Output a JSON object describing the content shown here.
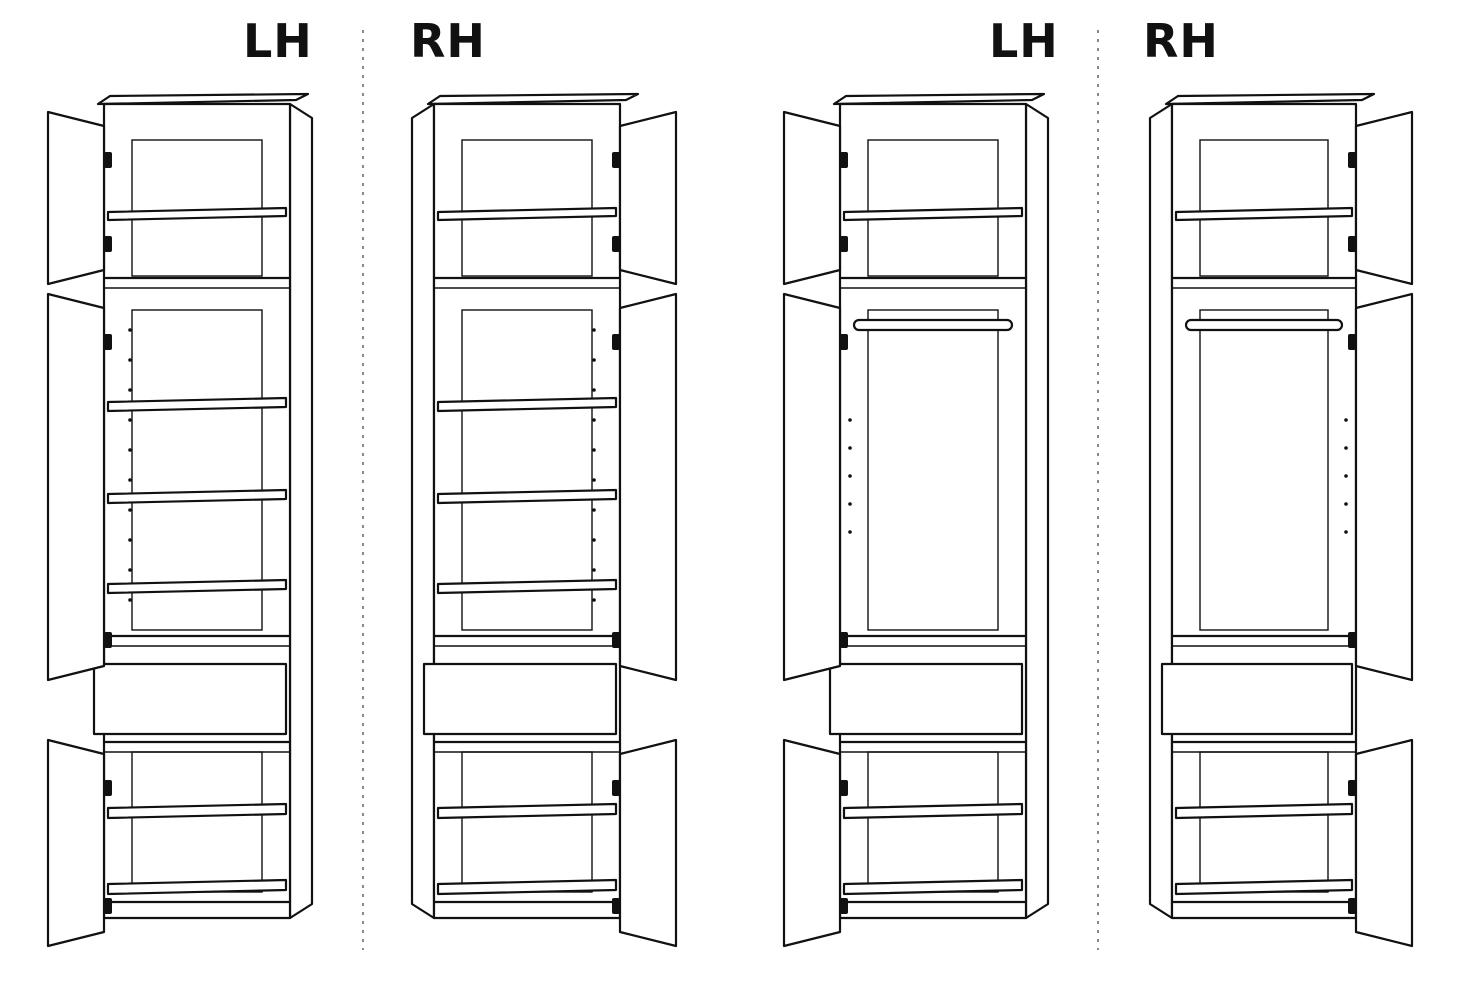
{
  "labels": [
    "LH",
    "RH",
    "LH",
    "RH"
  ],
  "cabinets": [
    {
      "hand": "LH",
      "middle": "shelves"
    },
    {
      "hand": "RH",
      "middle": "shelves"
    },
    {
      "hand": "LH",
      "middle": "hanging-rail"
    },
    {
      "hand": "RH",
      "middle": "hanging-rail"
    }
  ]
}
